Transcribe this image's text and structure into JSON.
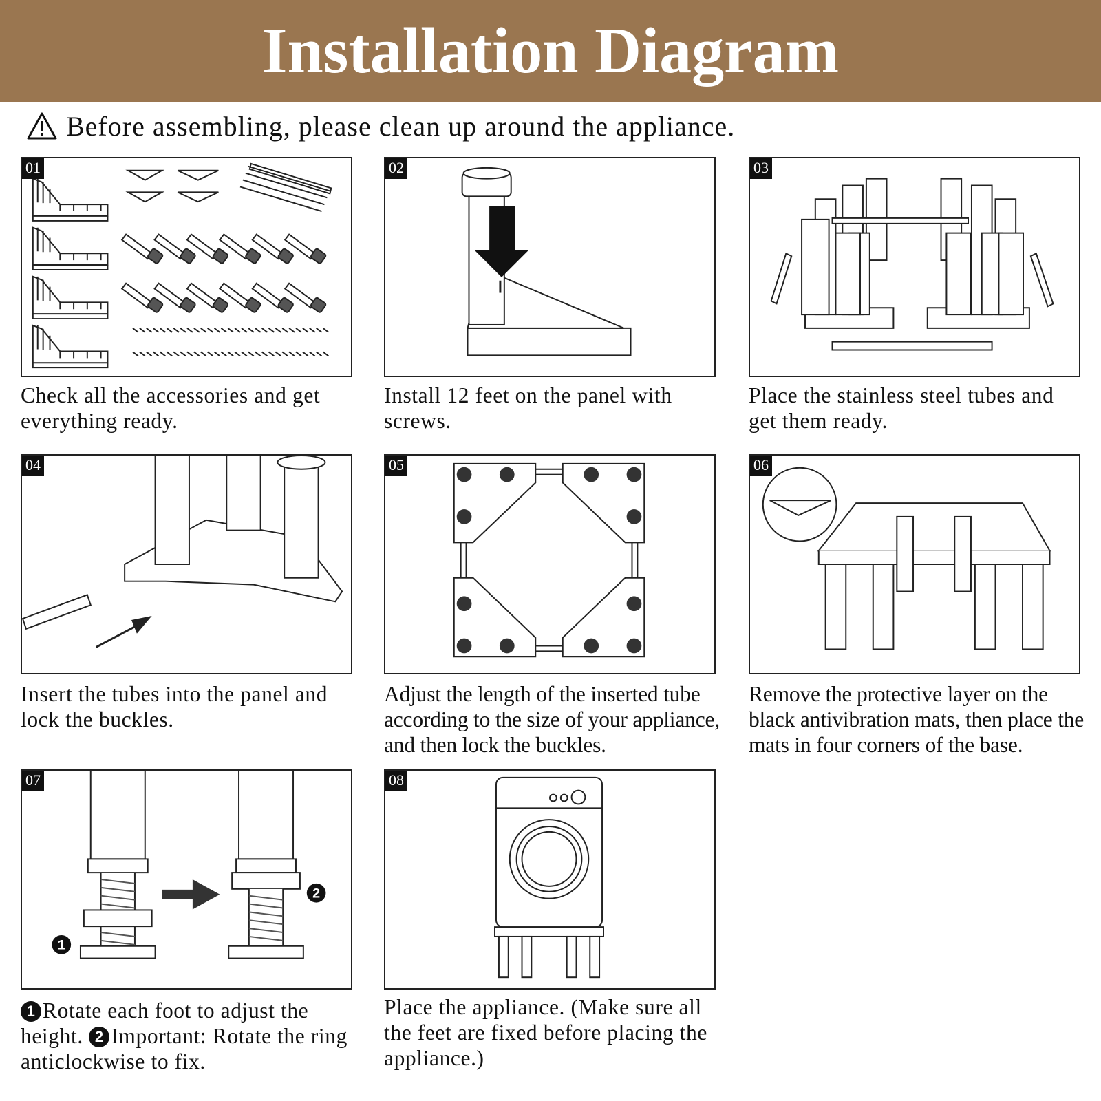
{
  "header": {
    "title": "Installation Diagram"
  },
  "warning": {
    "text": "Before assembling, please clean up around the appliance."
  },
  "steps": [
    {
      "badge": "01",
      "caption": "Check all the accessories and get everything ready."
    },
    {
      "badge": "02",
      "caption": "Install 12 feet on the panel with screws."
    },
    {
      "badge": "03",
      "caption": "Place the stainless steel tubes and get them ready."
    },
    {
      "badge": "04",
      "caption": "Insert the tubes into the panel and lock the buckles."
    },
    {
      "badge": "05",
      "caption": "Adjust the length of the inserted tube according to the size of your appliance, and then lock the buckles."
    },
    {
      "badge": "06",
      "caption": "Remove the protective layer on the black antivibration mats, then place the mats in four corners of the base."
    },
    {
      "badge": "07",
      "caption_part1": "Rotate each foot to adjust the height. ",
      "caption_part2": "Important: Rotate the ring anticlockwise to fix.",
      "marker1": "1",
      "marker2": "2"
    },
    {
      "badge": "08",
      "caption": "Place the appliance. (Make sure all the feet are fixed before placing the appliance.)"
    }
  ],
  "colors": {
    "header_bg": "#9a7650",
    "header_text": "#ffffff",
    "badge_bg": "#111111"
  }
}
